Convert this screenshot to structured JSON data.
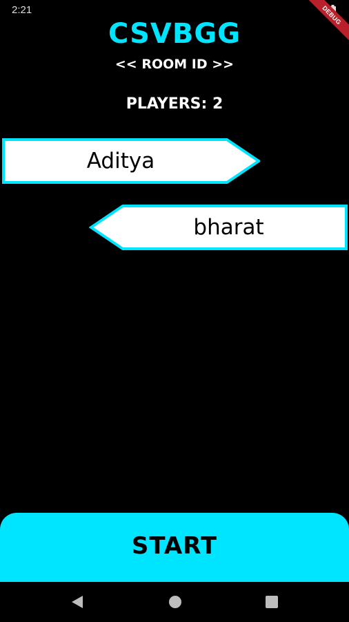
{
  "status_bar": {
    "time": "2:21",
    "battery_icon": "battery-icon"
  },
  "debug_banner": {
    "label": "DEBUG",
    "color": "#b8202b"
  },
  "header": {
    "title": "CSVBGG",
    "room_id": "<< ROOM ID >>",
    "players_label": "PLAYERS: 2"
  },
  "players": [
    {
      "name": "Aditya"
    },
    {
      "name": "bharat"
    }
  ],
  "start_button": {
    "label": "START"
  },
  "nav_bar": {
    "back_icon": "back-triangle-icon",
    "home_icon": "home-circle-icon",
    "recents_icon": "recents-square-icon"
  },
  "colors": {
    "accent": "#00e5ff",
    "background": "#000000",
    "card": "#ffffff"
  }
}
